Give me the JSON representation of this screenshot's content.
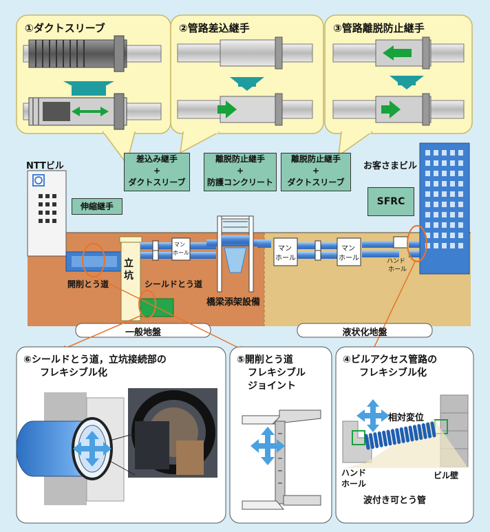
{
  "top_panels": [
    {
      "title": "①ダクトスリーブ"
    },
    {
      "title": "②管路差込継手"
    },
    {
      "title": "③管路離脱防止継手"
    }
  ],
  "callouts": [
    {
      "lines": [
        "差込み継手",
        "+",
        "ダクトスリーブ"
      ]
    },
    {
      "lines": [
        "離脱防止継手",
        "+",
        "防護コンクリート"
      ]
    },
    {
      "lines": [
        "離脱防止継手",
        "+",
        "ダクトスリーブ"
      ]
    }
  ],
  "labels": {
    "ntt_building": "NTTビル",
    "expansion_joint": "伸縮継手",
    "customer_building": "お客さまビル",
    "sfrc": "SFRC",
    "shaft_1": "立",
    "shaft_2": "坑",
    "manhole_a_1": "マン",
    "manhole_a_2": "ホール",
    "manhole_b_1": "マン",
    "manhole_b_2": "ホール",
    "manhole_c_1": "マン",
    "manhole_c_2": "ホール",
    "handhole_1": "ハンド",
    "handhole_2": "ホール",
    "open_cut_tunnel": "開削とう道",
    "shield_tunnel": "シールドとう道",
    "bridge_facility": "橋梁添架設備",
    "ground_normal": "一般地盤",
    "ground_liquefaction": "液状化地盤"
  },
  "bottom_panels": [
    {
      "title_lines": [
        "⑥シールドとう道，立坑接続部の",
        "フレキシブル化"
      ]
    },
    {
      "title_lines": [
        "⑤開削とう道",
        "フレキシブル",
        "ジョイント"
      ]
    },
    {
      "title_lines": [
        "④ビルアクセス管路の",
        "フレキシブル化"
      ],
      "labels": {
        "relative_disp": "相対変位",
        "handhole_1": "ハンド",
        "handhole_2": "ホール",
        "building_wall": "ビル壁",
        "corrugated_pipe": "波付き可とう管"
      }
    }
  ],
  "colors": {
    "panel_bg": "#fdf7c0",
    "green_box": "#8cc9b3",
    "ground_normal": "#d78a55",
    "ground_liquefaction": "#e3c482",
    "pipe_blue": "#3f7fd0",
    "building_blue": "#3f7fd0",
    "arrow_green": "#17a23c",
    "arrow_teal": "#1f9c9f",
    "arrow_orange": "#e8732c",
    "cross_blue": "#4aa0e0"
  }
}
